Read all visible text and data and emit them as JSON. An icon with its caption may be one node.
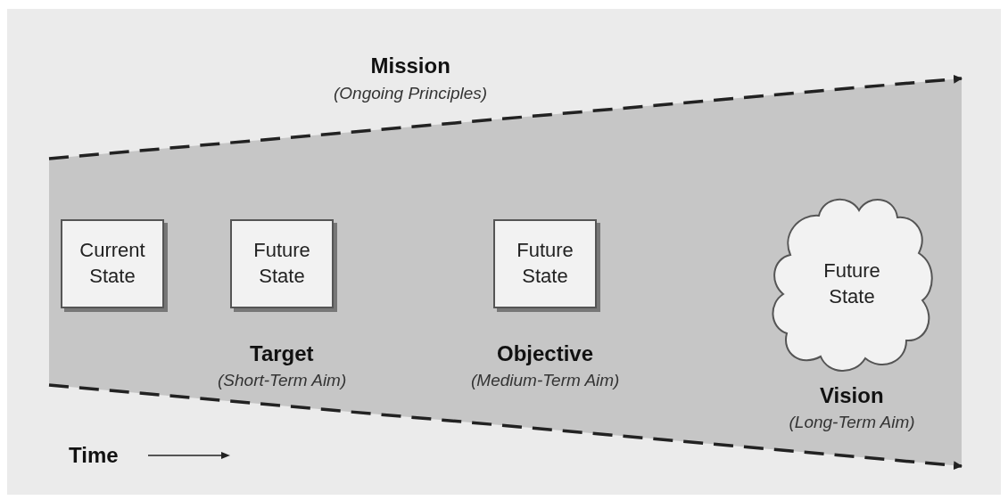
{
  "diagram": {
    "nodes": [
      {
        "text": [
          "Current State"
        ]
      },
      {
        "text": [
          "Future State"
        ],
        "beside": [
          "Target",
          "(Short-Term Aim)"
        ]
      },
      {
        "text": [
          "Future State"
        ],
        "beside": [
          "Objective",
          "(Medium-Term Aim)"
        ]
      },
      {
        "text": [
          "Future State"
        ],
        "beside": [
          "Vision",
          "(Long-Term Aim)"
        ]
      }
    ],
    "edges": [],
    "labels": [
      "Mission",
      "(Ongoing Principles)",
      "Time"
    ]
  }
}
